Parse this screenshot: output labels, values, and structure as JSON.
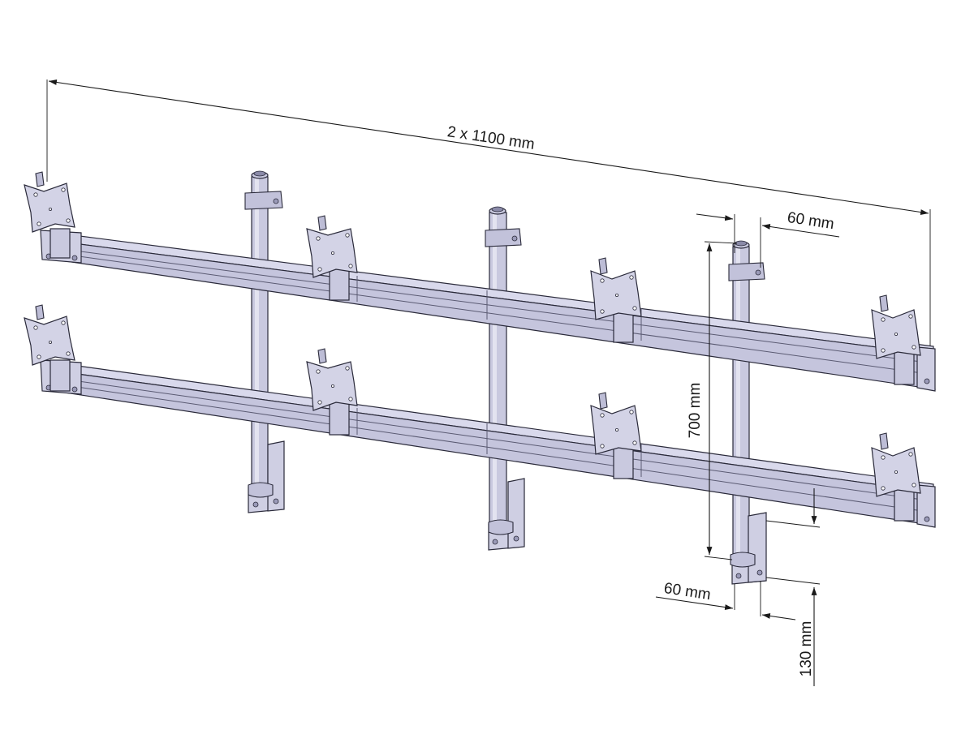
{
  "dimensions": {
    "overall_width": "2 x 1100 mm",
    "post_top_offset": "60 mm",
    "post_height": "700 mm",
    "post_bottom_offset": "60 mm",
    "base_depth": "130 mm"
  },
  "colors": {
    "metal_light": "#d9d9ec",
    "metal_mid": "#c5c5dd",
    "outline": "#2a2a3a",
    "dimension": "#1a1a1a"
  }
}
